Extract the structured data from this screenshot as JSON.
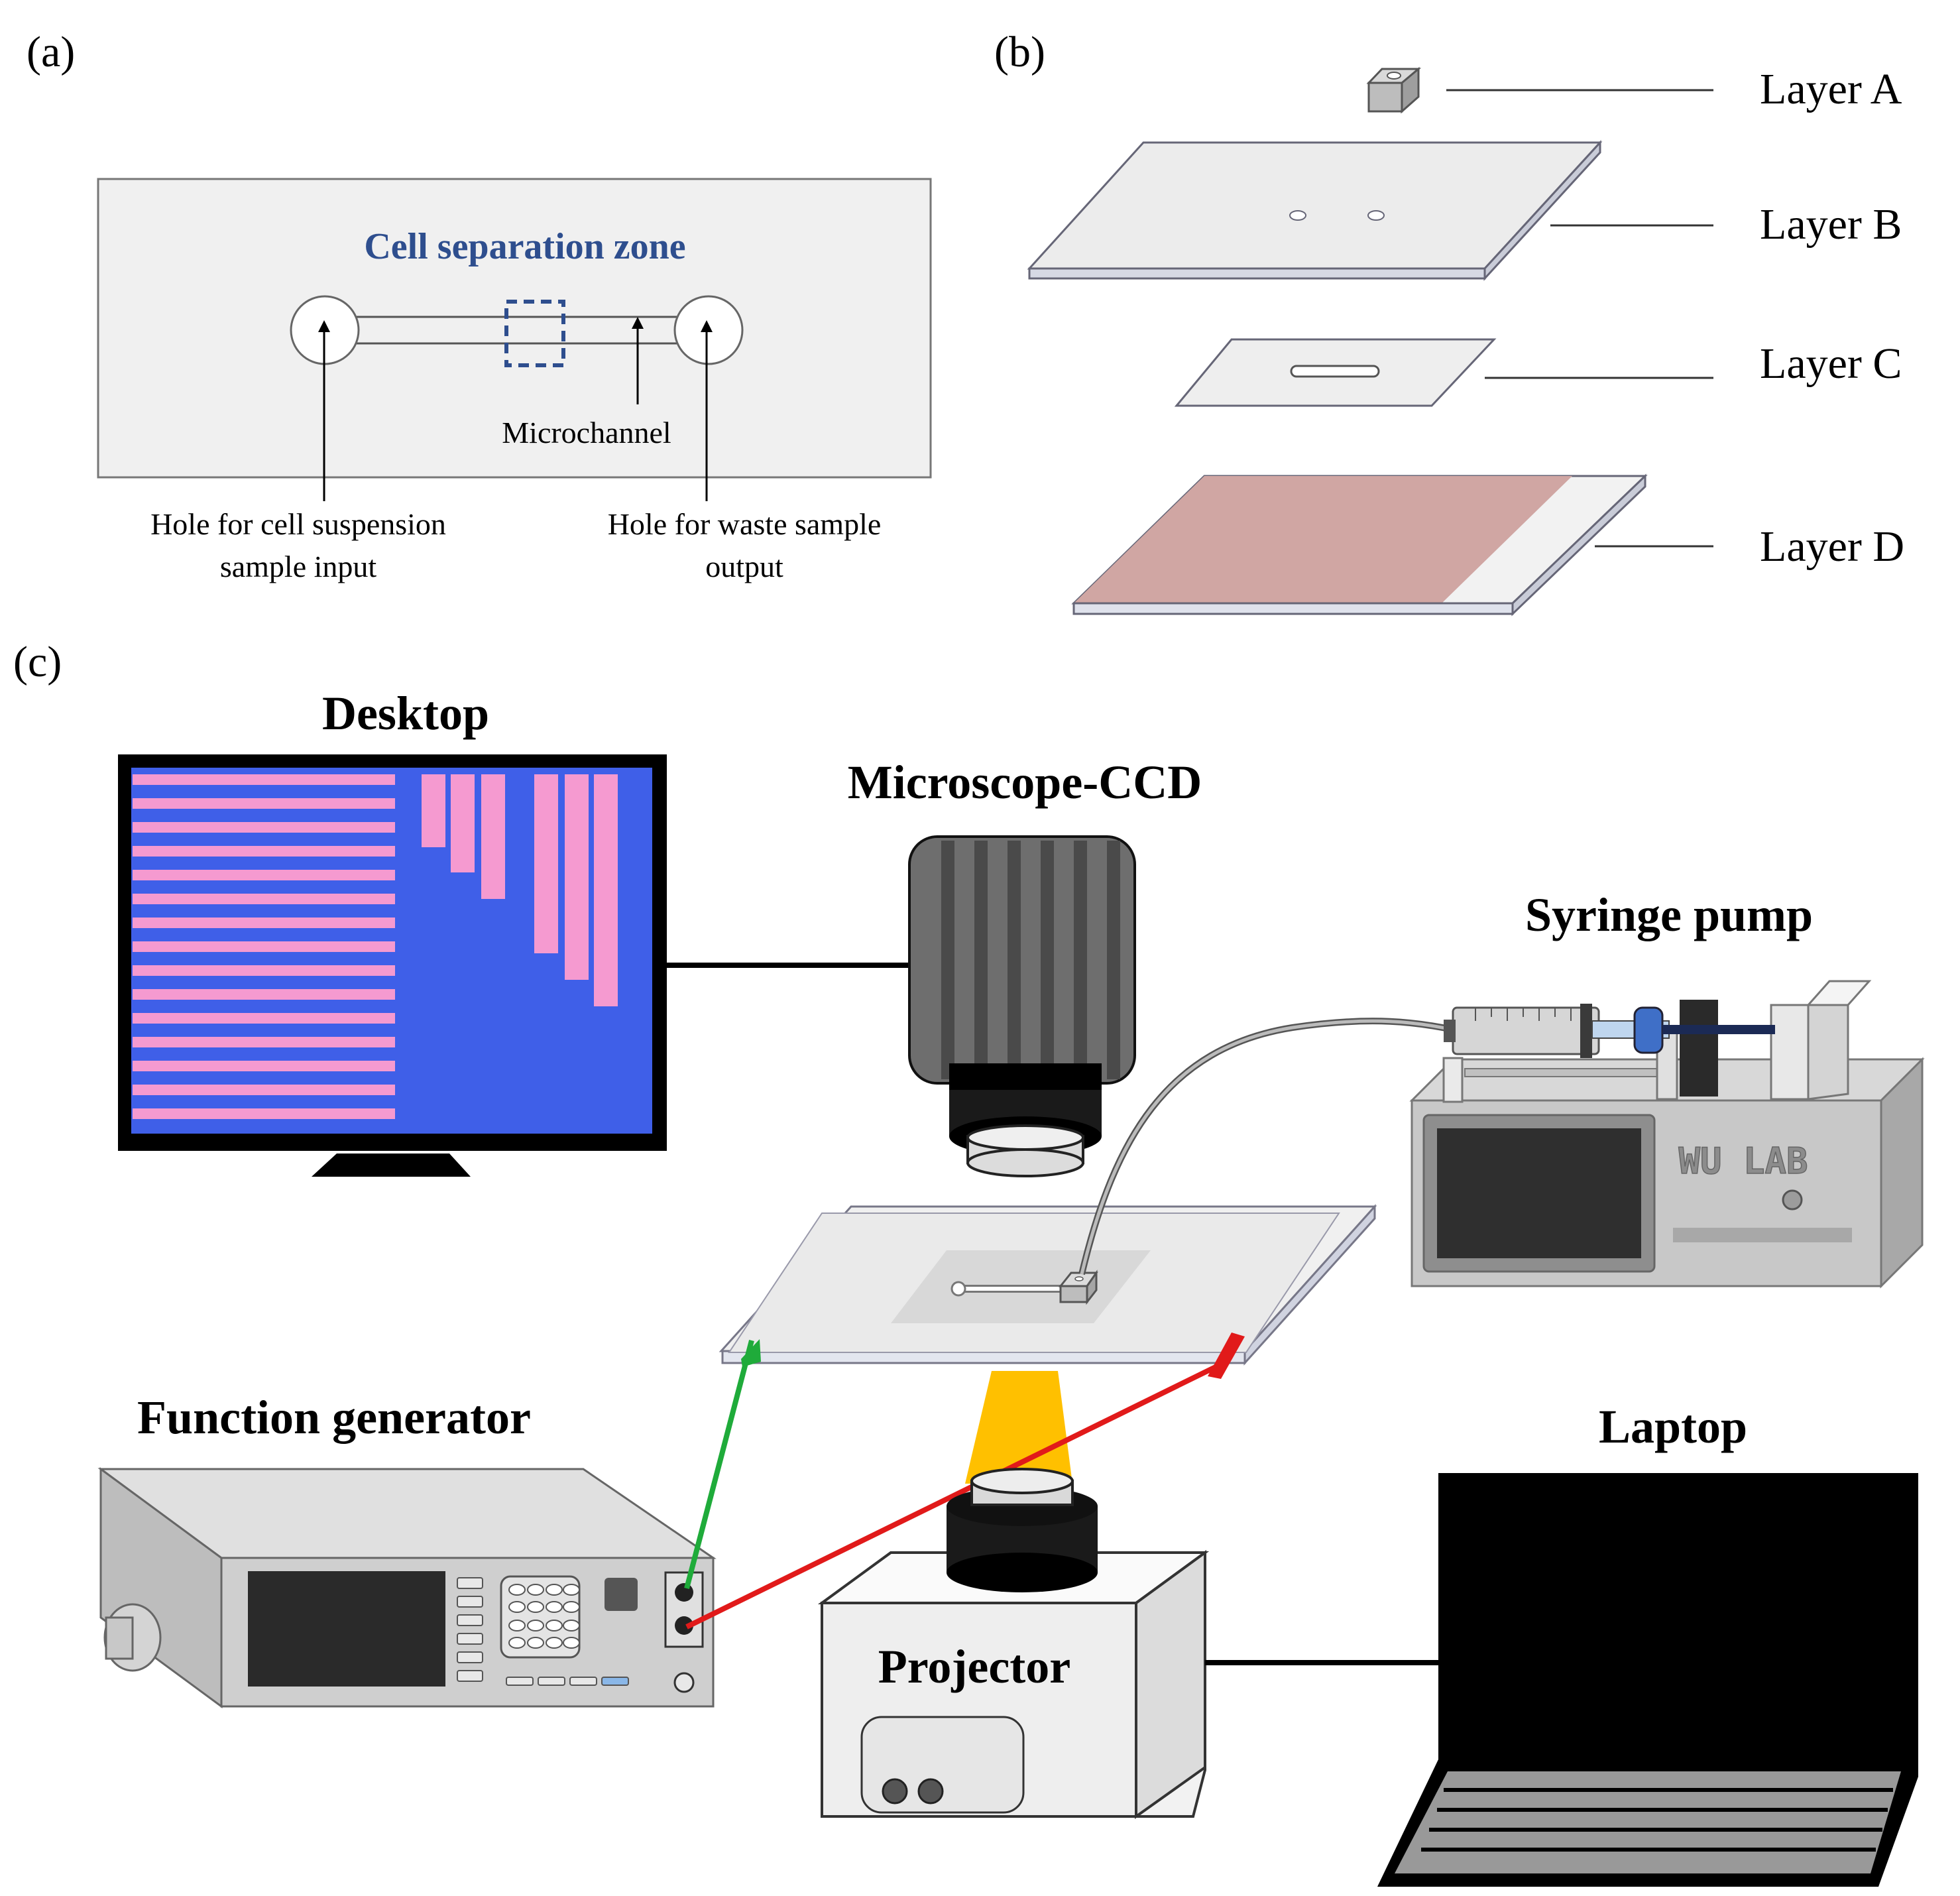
{
  "panel_a": {
    "tag": "(a)",
    "zone_title": "Cell separation zone",
    "microchannel_label": "Microchannel",
    "inlet_label_line1": "Hole for cell suspension",
    "inlet_label_line2": "sample input",
    "outlet_label_line1": "Hole for waste sample",
    "outlet_label_line2": "output",
    "zone_color": "#2e4e8e"
  },
  "panel_b": {
    "tag": "(b)",
    "layers": [
      "Layer A",
      "Layer B",
      "Layer C",
      "Layer D"
    ],
    "layer_d_color": "#d0a6a3"
  },
  "panel_c": {
    "tag": "(c)",
    "desktop_label": "Desktop",
    "microscope_label": "Microscope-CCD",
    "syringe_label": "Syringe pump",
    "generator_label": "Function generator",
    "laptop_label": "Laptop",
    "projector_label": "Projector",
    "pump_brand": "WU LAB",
    "screen_blue": "#3f5fe8",
    "stripe_pink": "#f59ad0",
    "beam_color": "#ffc000",
    "wire_green": "#1fab3a",
    "wire_red": "#e11a1a"
  }
}
